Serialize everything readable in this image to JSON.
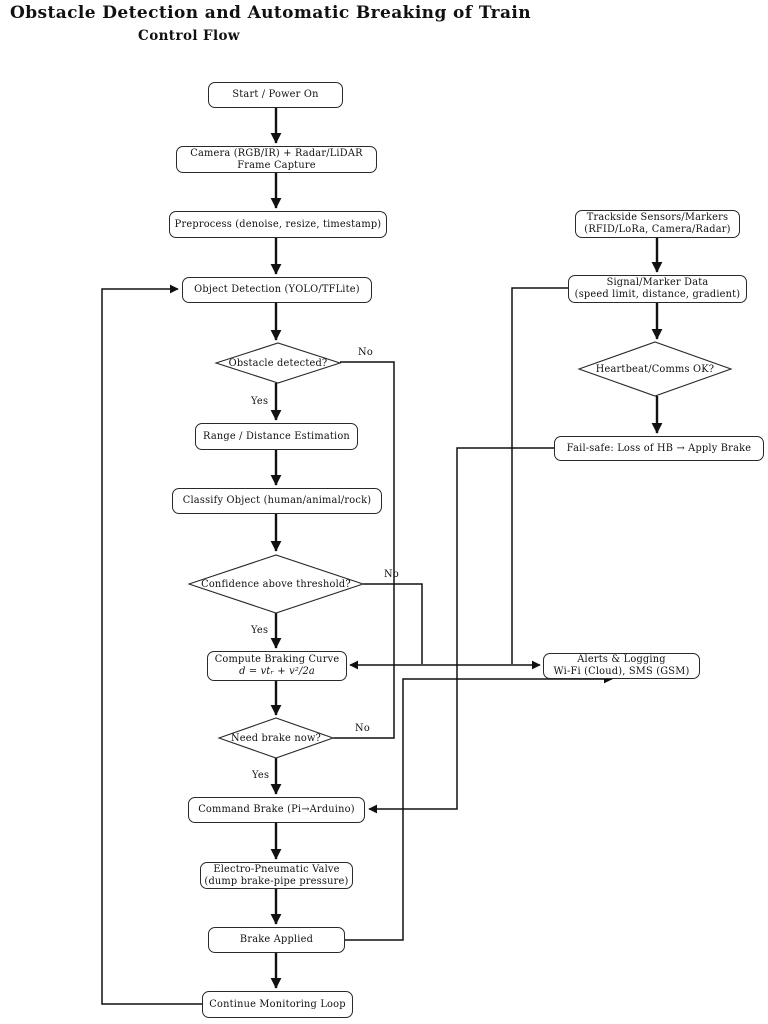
{
  "page": {
    "title": "Obstacle Detection and Automatic Breaking of Train",
    "subtitle": "Control Flow"
  },
  "nodes": {
    "start": {
      "label": "Start / Power On"
    },
    "capture": {
      "label": "Camera (RGB/IR) + Radar/LiDAR\nFrame Capture"
    },
    "preprocess": {
      "label": "Preprocess (denoise, resize, timestamp)"
    },
    "detect": {
      "label": "Object Detection (YOLO/TFLite)"
    },
    "obstacle": {
      "label": "Obstacle detected?"
    },
    "range": {
      "label": "Range / Distance Estimation"
    },
    "classify": {
      "label": "Classify Object (human/animal/rock)"
    },
    "confidence": {
      "label": "Confidence above threshold?"
    },
    "compute": {
      "line1": "Compute Braking Curve",
      "formula": "d = vtᵣ + v²/2a"
    },
    "need_brake": {
      "label": "Need brake now?"
    },
    "command": {
      "label": "Command Brake (Pi→Arduino)"
    },
    "valve": {
      "label": "Electro-Pneumatic Valve\n(dump brake-pipe pressure)"
    },
    "applied": {
      "label": "Brake Applied"
    },
    "monitor": {
      "label": "Continue Monitoring Loop"
    },
    "trackside": {
      "label": "Trackside Sensors/Markers\n(RFID/LoRa, Camera/Radar)"
    },
    "signal": {
      "label": "Signal/Marker Data\n(speed limit, distance, gradient)"
    },
    "heartbeat": {
      "label": "Heartbeat/Comms OK?"
    },
    "failsafe": {
      "label": "Fail-safe: Loss of HB → Apply Brake"
    },
    "alerts": {
      "label": "Alerts & Logging\nWi-Fi (Cloud), SMS (GSM)"
    }
  },
  "edge_labels": {
    "obstacle_yes": "Yes",
    "obstacle_no": "No",
    "confidence_yes": "Yes",
    "confidence_no": "No",
    "need_brake_yes": "Yes",
    "need_brake_no": "No"
  },
  "colors": {
    "line": "#111111",
    "node_border": "#2a2a2a",
    "background": "#ffffff"
  }
}
